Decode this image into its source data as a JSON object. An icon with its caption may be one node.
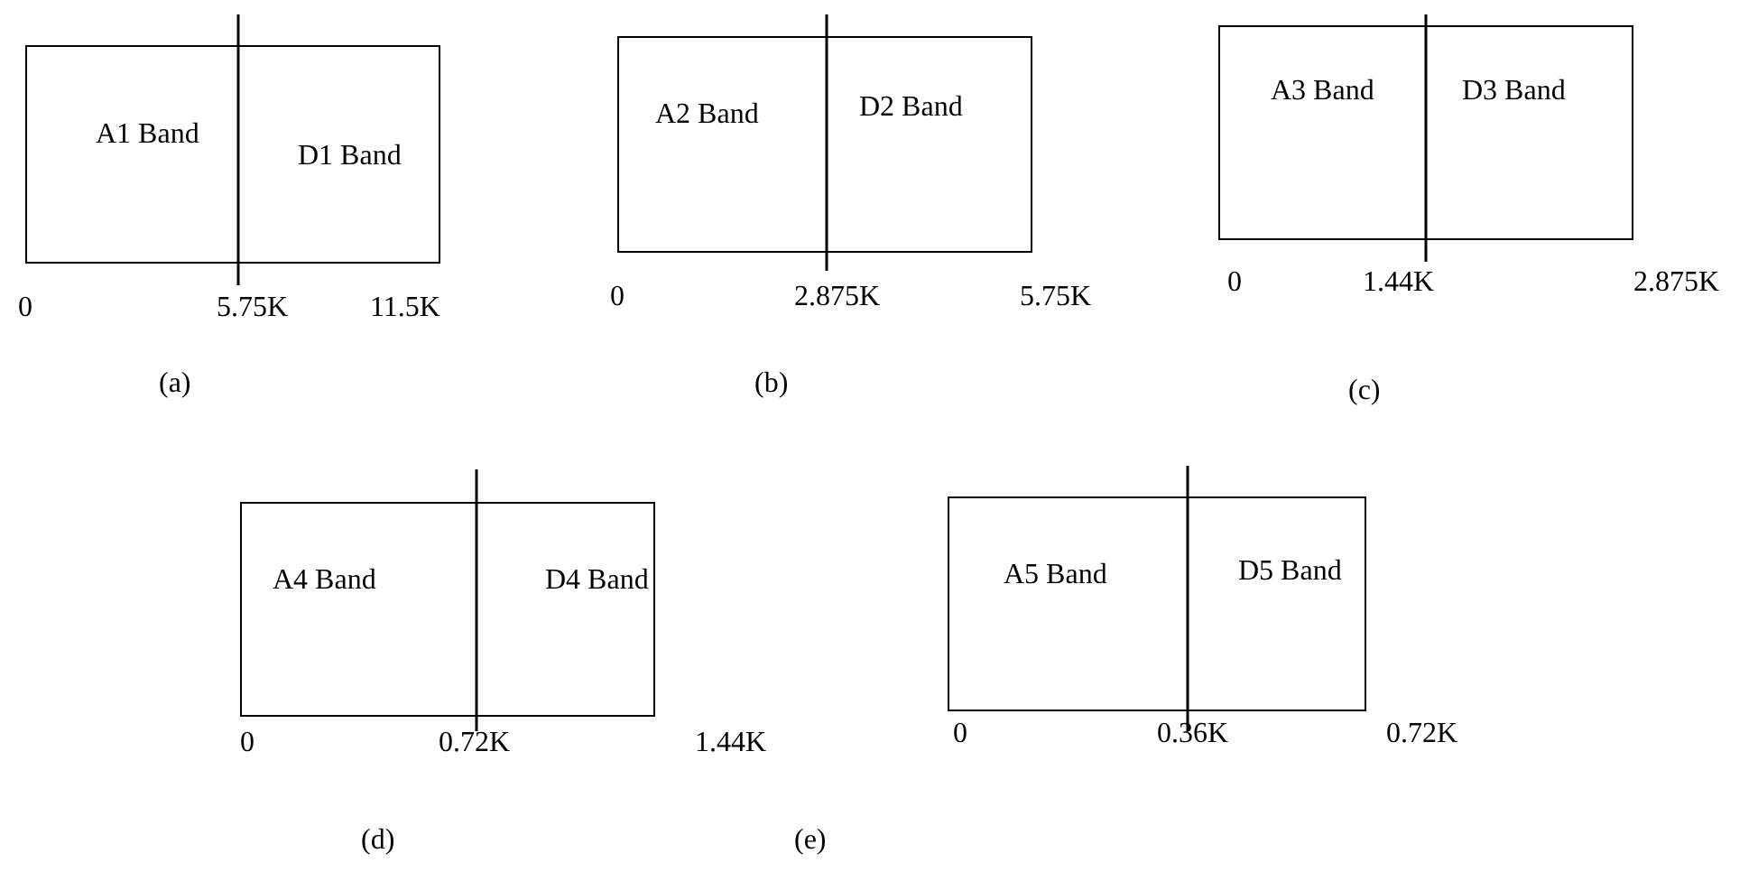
{
  "diagram": {
    "nodes": [
      {
        "text": [
          "A1 Band"
        ]
      },
      {
        "text": [
          "D1 Band"
        ]
      },
      {
        "text": [
          "A2 Band"
        ]
      },
      {
        "text": [
          "D2 Band"
        ]
      },
      {
        "text": [
          "A3 Band"
        ]
      },
      {
        "text": [
          "D3 Band"
        ]
      },
      {
        "text": [
          "A4 Band"
        ]
      },
      {
        "text": [
          "D4 Band"
        ]
      },
      {
        "text": [
          "A5 Band"
        ]
      },
      {
        "text": [
          "D5 Band"
        ]
      }
    ],
    "labels": [
      "0",
      "5.75K",
      "11.5K",
      "0",
      "2.875K",
      "5.75K",
      "0",
      "1.44K",
      "2.875K",
      "(a)",
      "(b)",
      "(c)",
      "0",
      "0.72K",
      "1.44K",
      "0",
      "0.36K",
      "0.72K",
      "(d)",
      "(e)"
    ]
  }
}
